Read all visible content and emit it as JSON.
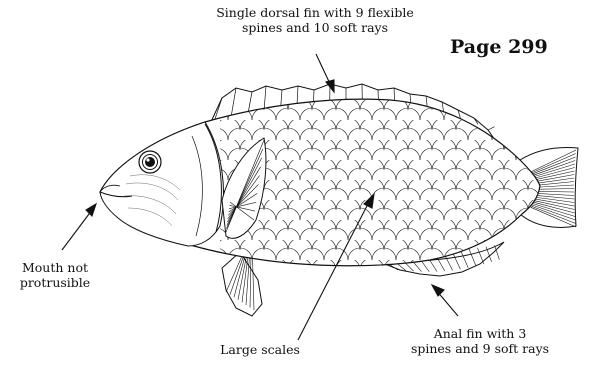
{
  "page_number": "Page 299",
  "labels": {
    "dorsal": [
      "Single dorsal fin with 9 flexible",
      "spines and 10 soft rays"
    ],
    "mouth": [
      "Mouth not",
      "protrusible"
    ],
    "scales": [
      "Large scales"
    ],
    "anal": [
      "Anal fin with 3",
      "spines and 9 soft rays"
    ]
  },
  "colors": {
    "ink": "#111111",
    "background": "#ffffff"
  }
}
